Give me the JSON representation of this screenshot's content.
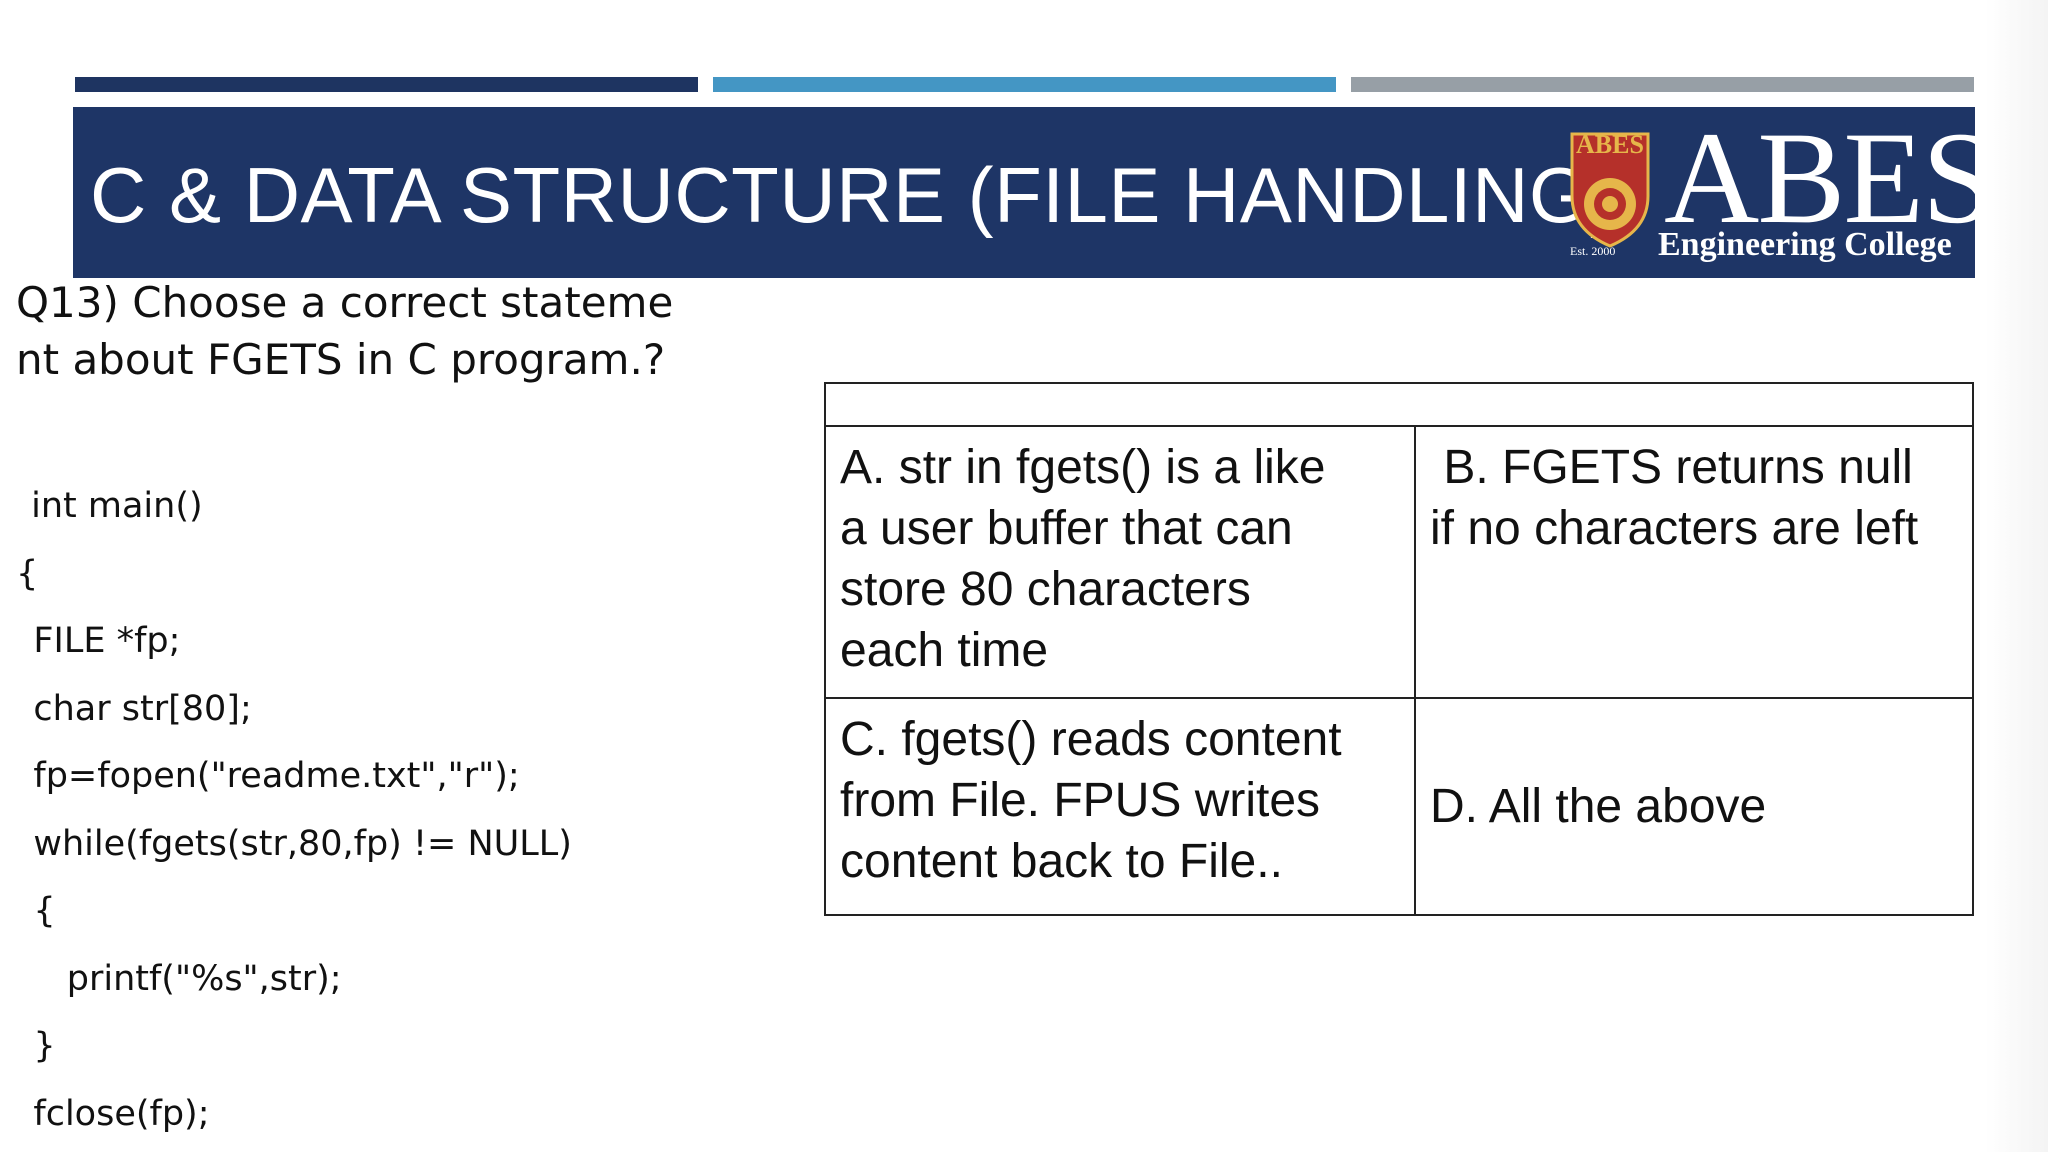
{
  "slide": {
    "title": "C & DATA STRUCTURE (FILE HANDLING)",
    "accent_colors": {
      "dark_blue": "#1e3461",
      "light_blue": "#4496c4",
      "gray": "#979fa6"
    }
  },
  "logo": {
    "seal_text": "ABES",
    "established": "Est. 2000",
    "wordmark": "ABES",
    "subtitle": "Engineering College"
  },
  "question": {
    "lines": [
      "Q13) Choose a correct stateme",
      "nt about FGETS in C program.?"
    ]
  },
  "code": {
    "lines": [
      " int main()",
      "{",
      "   FILE *fp;",
      "   char str[80];",
      "   fp=fopen(\"readme.txt\",\"r\");",
      "   while(fgets(str,80,fp) != NULL)",
      "   {",
      "      printf(\"%s\",str);",
      "   }",
      "   fclose(fp);"
    ]
  },
  "options": {
    "a": [
      "A. str in fgets() is a like",
      "a user buffer that can",
      "store 80 characters",
      "each time"
    ],
    "b": [
      " B. FGETS returns null",
      "if no characters are left"
    ],
    "c": [
      "C. fgets() reads content",
      "from File. FPUS writes",
      "content back to File.."
    ],
    "d": [
      "D. All the above"
    ]
  }
}
